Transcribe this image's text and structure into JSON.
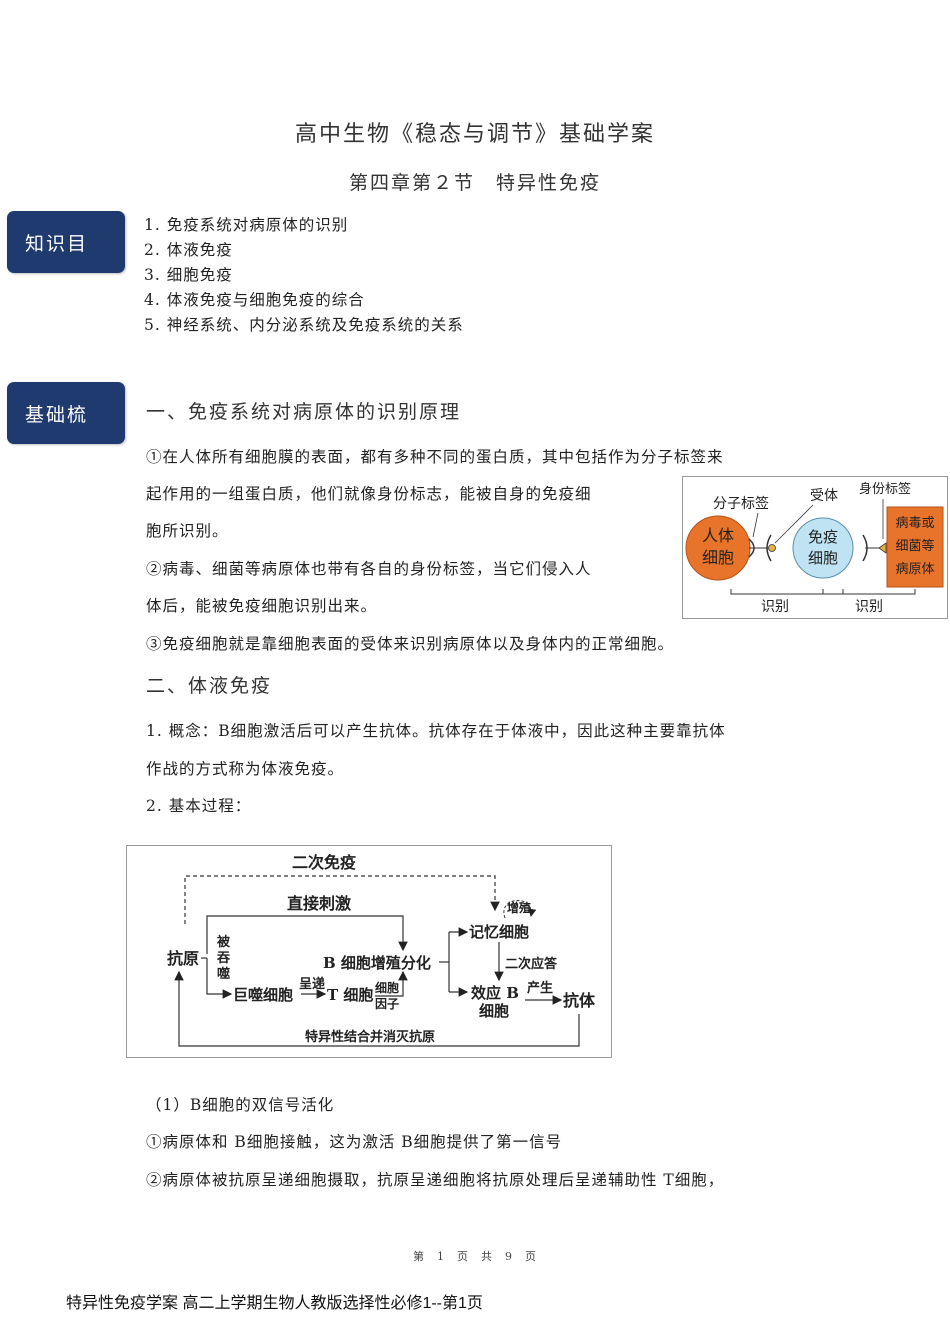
{
  "doc": {
    "title": "高中生物《稳态与调节》基础学案",
    "subtitle": "第四章第２节　特异性免疫"
  },
  "badges": {
    "knowledge": "知识目",
    "basics": "基础梳"
  },
  "objectives": [
    "1. 免疫系统对病原体的识别",
    "2. 体液免疫",
    "3. 细胞免疫",
    "4. 体液免疫与细胞免疫的综合",
    "5. 神经系统、内分泌系统及免疫系统的关系"
  ],
  "section1": {
    "heading": "一、免疫系统对病原体的识别原理",
    "p1_line1": "①在人体所有细胞膜的表面，都有多种不同的蛋白质，其中包括作为分子标签来",
    "p1_line2": "起作用的一组蛋白质，他们就像身份标志，能被自身的免疫细",
    "p1_line3": "胞所识别。",
    "p2_line1": "②病毒、细菌等病原体也带有各自的身份标签，当它们侵入人",
    "p2_line2": "体后，能被免疫细胞识别出来。",
    "p3": "③免疫细胞就是靠细胞表面的受体来识别病原体以及身体内的正常细胞。"
  },
  "figure1": {
    "label_molecular_tag": "分子标签",
    "label_receptor": "受体",
    "label_identity_tag": "身份标签",
    "human_cell": [
      "人体",
      "细胞"
    ],
    "immune_cell": [
      "免疫",
      "细胞"
    ],
    "pathogen": [
      "病毒或",
      "细菌等",
      "病原体"
    ],
    "recognize_left": "识别",
    "recognize_right": "识别",
    "colors": {
      "human_cell": "#e8732a",
      "immune_cell": "#bfe3f2",
      "pathogen": "#e8732a"
    }
  },
  "section2": {
    "heading": "二、体液免疫",
    "concept_line1": "1. 概念：B细胞激活后可以产生抗体。抗体存在于体液中，因此这种主要靠抗体",
    "concept_line2": "作战的方式称为体液免疫。",
    "process": "2. 基本过程："
  },
  "figure2": {
    "secondary_immunity": "二次免疫",
    "direct_stimulation": "直接刺激",
    "antigen": "抗原",
    "engulfed": [
      "被",
      "吞",
      "噬"
    ],
    "macrophage": "巨噬细胞",
    "present": "呈递",
    "t_cell": "T 细胞",
    "cytokine": [
      "细胞",
      "因子"
    ],
    "b_cell": "B 细胞增殖分化",
    "memory_cell": "记忆细胞",
    "proliferate": "增殖",
    "secondary_response": "二次应答",
    "effector_b": [
      "效应 B",
      "细胞"
    ],
    "produce": "产生",
    "antibody": "抗体",
    "bind_eliminate": "特异性结合并消灭抗原"
  },
  "section3": {
    "sub": "（1）B细胞的双信号活化",
    "line1": "①病原体和 B细胞接触，这为激活 B细胞提供了第一信号",
    "line2": "②病原体被抗原呈递细胞摄取，抗原呈递细胞将抗原处理后呈递辅助性 T细胞，"
  },
  "footer": {
    "page": "第　1　页　共　9　页",
    "title": "特异性免疫学案 高二上学期生物人教版选择性必修1--第1页"
  }
}
